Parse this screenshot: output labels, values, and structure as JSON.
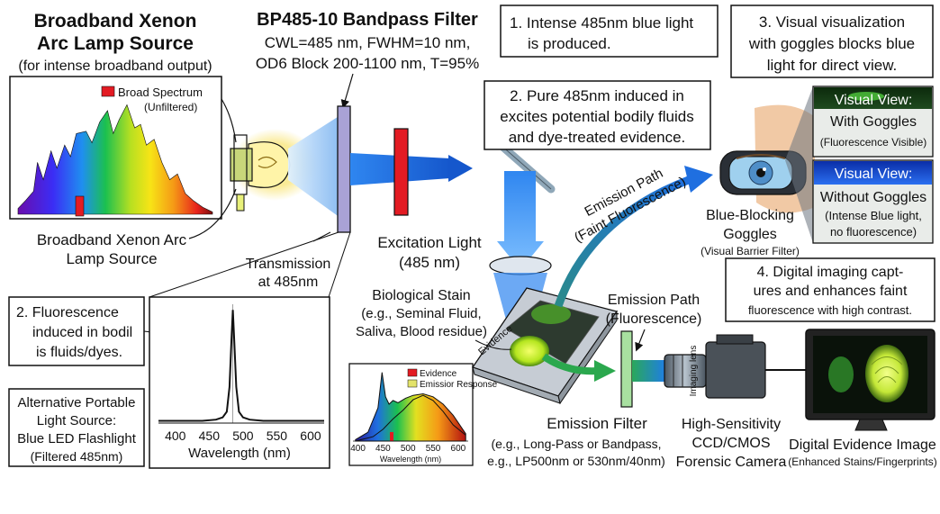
{
  "lamp": {
    "title_line1": "Broadband Xenon",
    "title_line2": "Arc Lamp Source",
    "title_sub": "(for intense broadband output)",
    "legend_label": "Broad Spectrum",
    "legend_sub": "(Unfiltered)",
    "caption_line1": "Broadband Xenon Arc",
    "caption_line2": "Lamp Source",
    "colors": {
      "legend_box": "#e31b23"
    }
  },
  "filter": {
    "title": "BP485-10 Bandpass Filter",
    "spec_line1": "CWL=485 nm, FWHM=10 nm,",
    "spec_line2": "OD6 Block 200-1100 nm, T=95%",
    "transmission_line1": "Transmission",
    "transmission_line2": "at 485nm"
  },
  "steps": {
    "s1_line1": "1. Intense 485nm blue light",
    "s1_line2": "is produced.",
    "s2_line1": "2. Pure 485nm induced in",
    "s2_line2": "excites potential bodily fluids",
    "s2_line3": "and dye-treated evidence.",
    "s2b_line1": "2. Fluorescence",
    "s2b_line2": "induced in bodil",
    "s2b_line3": "is fluids/dyes.",
    "s3_line1": "3. Visual visualization",
    "s3_line2": "with goggles blocks blue",
    "s3_line3": "light for direct view.",
    "s4_line1": "4. Digital imaging capt-",
    "s4_line2": "ures and enhances faint",
    "s4_line3": "fluorescence with high contrast."
  },
  "excitation": {
    "label_line1": "Excitation Light",
    "label_line2": "(485 nm)",
    "colors": {
      "beam": "#1e6fe0",
      "filter_red": "#e31b23"
    }
  },
  "emission_faint": {
    "label_line1": "Emission Path",
    "label_line2": "(Faint Fluorescence)"
  },
  "emission_path": {
    "label_line1": "Emission Path",
    "label_line2": "(Fluorescence)"
  },
  "goggles": {
    "label_line1": "Blue-Blocking",
    "label_line2": "Goggles",
    "label_sub": "(Visual Barrier Filter)",
    "view1_title": "Visual View:",
    "view1_line1": "With Goggles",
    "view1_line2": "(Fluorescence Visible)",
    "view2_title": "Visual View:",
    "view2_line1": "Without Goggles",
    "view2_line2": "(Intense Blue light,",
    "view2_line3": "no fluorescence)"
  },
  "stain": {
    "label_line1": "Biological Stain",
    "label_line2": "(e.g., Seminal Fluid,",
    "label_line3": "Saliva, Blood residue)",
    "slide_label": "Evidence"
  },
  "emission_filter": {
    "label_line1": "Emission Filter",
    "label_line2": "(e.g., Long-Pass or Bandpass,",
    "label_line3": "e.g., LP500nm or 530nm/40nm)"
  },
  "camera": {
    "lens_label": "Imaging lens",
    "label_line1": "High-Sensitivity",
    "label_line2": "CCD/CMOS",
    "label_line3": "Forensic Camera"
  },
  "monitor": {
    "label_line1": "Digital Evidence Image",
    "label_line2": "(Enhanced Stains/Fingerprints)"
  },
  "alt_source": {
    "line1": "Alternative Portable",
    "line2": "Light Source:",
    "line3": "Blue LED Flashlight",
    "line4": "(Filtered 485nm)"
  },
  "chart_data": [
    {
      "type": "line",
      "title": "",
      "xlabel": "Wavelength (nm)",
      "ylabel": "",
      "x_ticks": [
        400,
        450,
        500,
        550,
        600
      ],
      "xlim": [
        375,
        620
      ],
      "ylim": [
        0,
        1.05
      ],
      "grid": false,
      "series": [
        {
          "x": [
            375,
            440,
            460,
            470,
            476,
            480,
            483,
            485,
            487,
            490,
            494,
            500,
            510,
            530,
            560,
            620
          ],
          "y": [
            0.02,
            0.02,
            0.03,
            0.05,
            0.1,
            0.32,
            0.74,
            1.0,
            0.74,
            0.32,
            0.1,
            0.05,
            0.03,
            0.02,
            0.02,
            0.02
          ]
        }
      ]
    },
    {
      "type": "line",
      "title": "",
      "xlabel": "Wavelength (nm)",
      "ylabel": "",
      "x_ticks": [
        400,
        450,
        500,
        550,
        600
      ],
      "xlim": [
        390,
        620
      ],
      "ylim": [
        0,
        1
      ],
      "legend": "top-right",
      "series": [
        {
          "name": "Evidence",
          "x": [
            395,
            420,
            440,
            448,
            455,
            462,
            470,
            480,
            495,
            510,
            530,
            550,
            570,
            590,
            605,
            615
          ],
          "y": [
            0.02,
            0.12,
            0.45,
            0.93,
            0.6,
            0.5,
            0.55,
            0.52,
            0.58,
            0.62,
            0.64,
            0.6,
            0.5,
            0.35,
            0.2,
            0.1
          ]
        },
        {
          "name": "Emissior Response",
          "x": [
            395,
            430,
            450,
            470,
            490,
            510,
            530,
            550,
            570,
            590,
            615
          ],
          "y": [
            0.0,
            0.06,
            0.16,
            0.3,
            0.42,
            0.56,
            0.62,
            0.55,
            0.4,
            0.22,
            0.08
          ]
        }
      ],
      "colors": {
        "evidence": "#e31b23",
        "emission": "#e3e36a"
      }
    },
    {
      "type": "area",
      "title": "",
      "legend": "top-right",
      "series": [
        {
          "name": "Broad Spectrum",
          "x": [
            0.0,
            0.04,
            0.08,
            0.1,
            0.13,
            0.17,
            0.2,
            0.24,
            0.27,
            0.3,
            0.35,
            0.38,
            0.42,
            0.46,
            0.49,
            0.52,
            0.56,
            0.6,
            0.63,
            0.66,
            0.7,
            0.74,
            0.78,
            0.82,
            0.86,
            0.9,
            0.95,
            1.0
          ],
          "y": [
            0.05,
            0.12,
            0.2,
            0.45,
            0.3,
            0.55,
            0.4,
            0.6,
            0.5,
            0.7,
            0.72,
            0.62,
            0.8,
            0.9,
            0.7,
            0.82,
            0.95,
            0.75,
            0.78,
            0.6,
            0.65,
            0.45,
            0.3,
            0.35,
            0.18,
            0.12,
            0.06,
            0.02
          ]
        }
      ]
    }
  ]
}
